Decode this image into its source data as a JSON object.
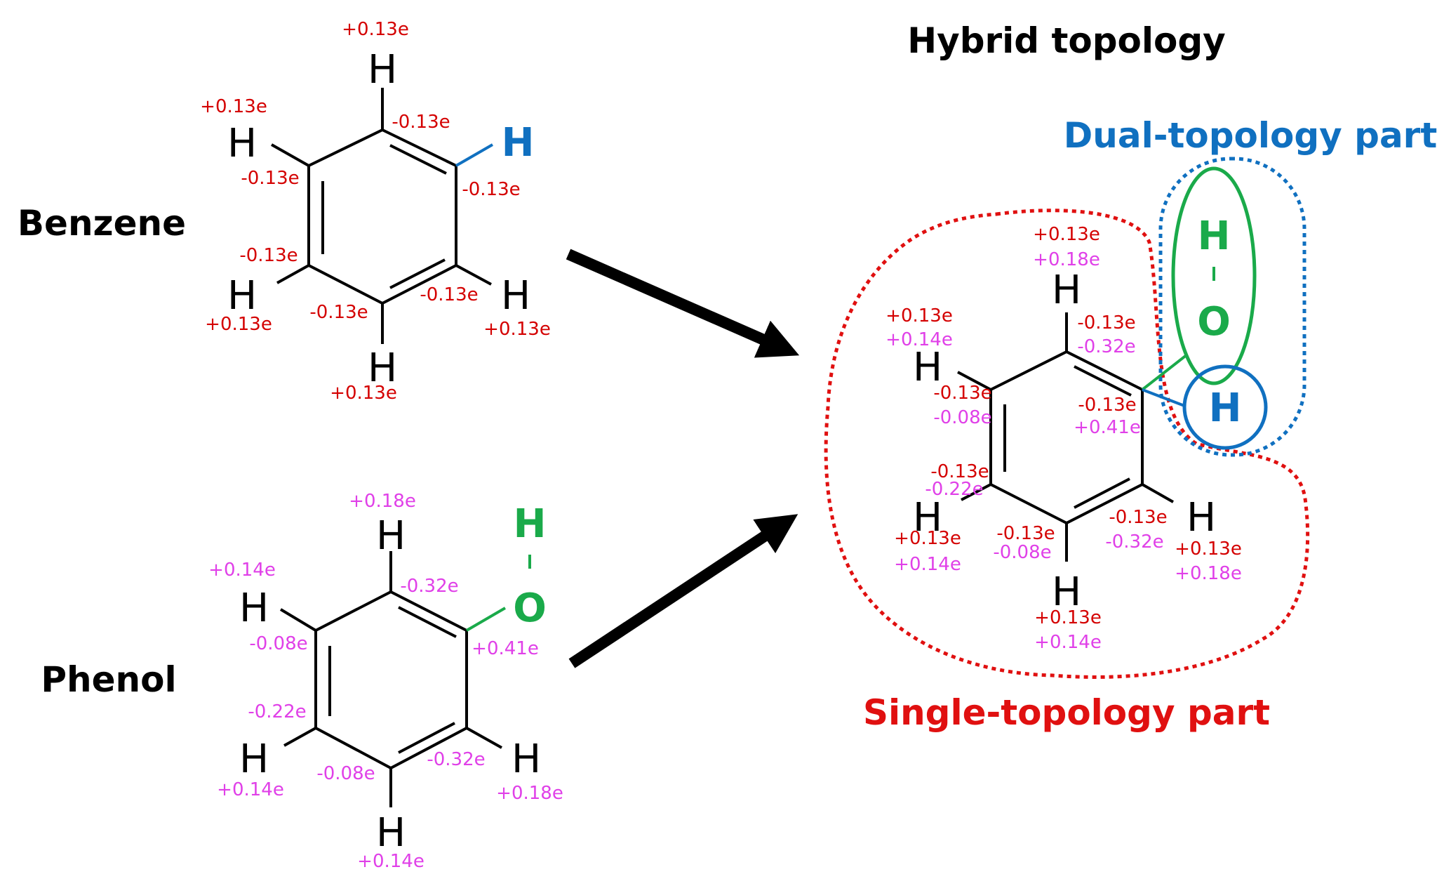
{
  "colors": {
    "black": "#000000",
    "red_charge": "#d40000",
    "magenta_charge": "#e040e8",
    "green": "#1aaa4a",
    "blue": "#1070c0",
    "red_outline": "#e01010"
  },
  "title": "Hybrid topology",
  "labels": {
    "benzene": "Benzene",
    "phenol": "Phenol",
    "dual": "Dual-topology part",
    "single": "Single-topology part"
  },
  "atoms": {
    "H": "H",
    "O": "O"
  },
  "benzene_charges": {
    "h_top": "+0.13e",
    "h_ul": "+0.13e",
    "h_ll": "+0.13e",
    "h_lr": "+0.13e",
    "h_bot": "+0.13e",
    "c_top": "-0.13e",
    "c_ur": "-0.13e",
    "c_ul": "-0.13e",
    "c_ll": "-0.13e",
    "c_bot": "-0.13e",
    "c_lr": "-0.13e"
  },
  "phenol_charges": {
    "h_top": "+0.18e",
    "h_ul": "+0.14e",
    "h_ll": "+0.14e",
    "h_lr": "+0.18e",
    "h_bot": "+0.14e",
    "c_top": "-0.32e",
    "c_ur": "+0.41e",
    "c_ul": "-0.08e",
    "c_ll": "-0.22e",
    "c_bot": "-0.08e",
    "c_lr": "-0.32e"
  },
  "hybrid_charges": {
    "h_top_a": "+0.13e",
    "h_top_b": "+0.18e",
    "h_ul_a": "+0.13e",
    "h_ul_b": "+0.14e",
    "c_top_a": "-0.13e",
    "c_top_b": "-0.32e",
    "c_ul_a": "-0.13e",
    "c_ul_b": "-0.08e",
    "c_ur_a": "-0.13e",
    "c_ur_b": "+0.41e",
    "c_ll_a": "-0.13e",
    "c_ll_b": "-0.22e",
    "h_ll_a": "+0.13e",
    "h_ll_b": "+0.14e",
    "c_bot_a": "-0.13e",
    "c_bot_b": "-0.08e",
    "c_lr_a": "-0.13e",
    "c_lr_b": "-0.32e",
    "h_lr_a": "+0.13e",
    "h_lr_b": "+0.18e",
    "h_bot_a": "+0.13e",
    "h_bot_b": "+0.14e"
  }
}
